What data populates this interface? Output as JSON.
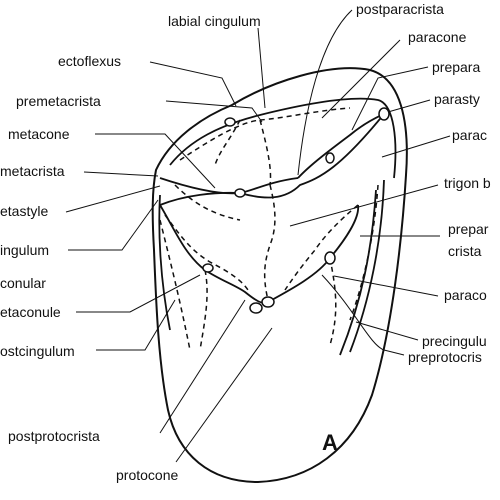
{
  "panel_label": "A",
  "labels": {
    "labial_cingulum": "labial cingulum",
    "postparacrista": "postparacrista",
    "paracone": "paracone",
    "preparacrista": "prepara",
    "ectoflexus": "ectoflexus",
    "parastyle": "parasty",
    "premetacrista": "premetacrista",
    "paraconid_right": "parac",
    "metacone": "metacone",
    "trigon_basin": "trigon b",
    "postmetacrista": "metacrista",
    "preparaconule_crista_line1": "prepar",
    "preparaconule_crista_line2": "crista",
    "metastyle": "etastyle",
    "cingulum": "ingulum",
    "paraconule": "paraco",
    "metaconular": "conular",
    "metaconule": "etaconule",
    "precingulum": "precingulu",
    "postcingulum": "ostcingulum",
    "preprotocrista": "preprotocris",
    "postprotocrista": "postprotocrista",
    "protocone": "protocone"
  }
}
